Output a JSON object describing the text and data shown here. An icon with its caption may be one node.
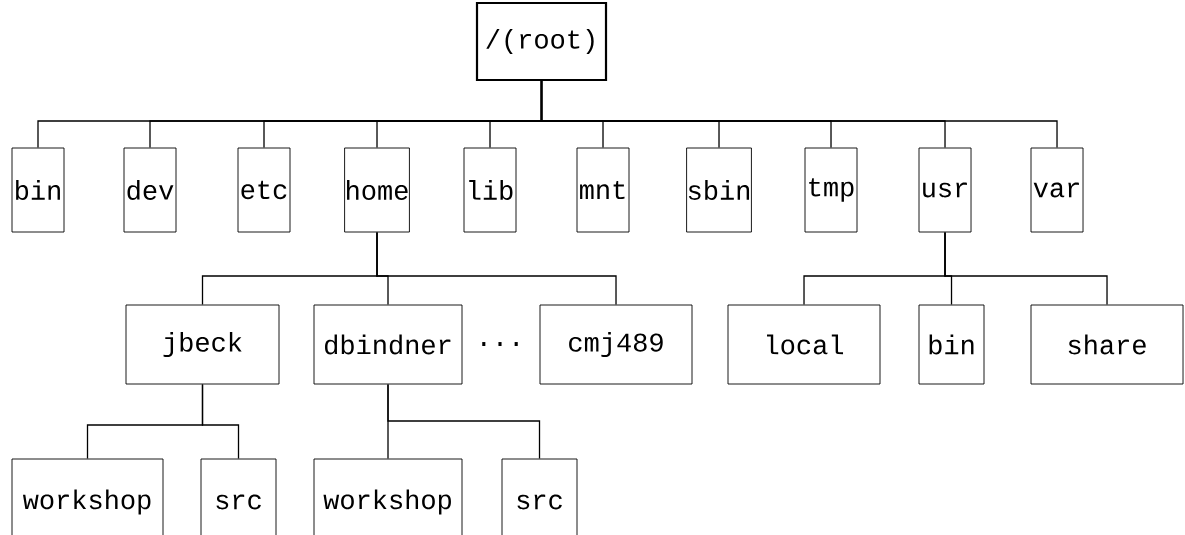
{
  "diagram": {
    "nodes": [
      {
        "text": [
          "/(root)"
        ]
      },
      {
        "text": [
          "bin"
        ]
      },
      {
        "text": [
          "dev"
        ]
      },
      {
        "text": [
          "etc"
        ]
      },
      {
        "text": [
          "home"
        ]
      },
      {
        "text": [
          "lib"
        ]
      },
      {
        "text": [
          "mnt"
        ]
      },
      {
        "text": [
          "sbin"
        ]
      },
      {
        "text": [
          "tmp"
        ]
      },
      {
        "text": [
          "usr"
        ]
      },
      {
        "text": [
          "var"
        ]
      },
      {
        "text": [
          "jbeck"
        ]
      },
      {
        "text": [
          "dbindner"
        ]
      },
      {
        "text": [
          "cmj489"
        ]
      },
      {
        "text": [
          "local"
        ]
      },
      {
        "text": [
          "bin"
        ]
      },
      {
        "text": [
          "share"
        ]
      },
      {
        "text": [
          "workshop"
        ]
      },
      {
        "text": [
          "src"
        ]
      },
      {
        "text": [
          "workshop"
        ]
      },
      {
        "text": [
          "src"
        ]
      }
    ],
    "edges": [
      {
        "from": 0,
        "to": 1,
        "arrow": "none"
      },
      {
        "from": 0,
        "to": 2,
        "arrow": "none"
      },
      {
        "from": 0,
        "to": 3,
        "arrow": "none"
      },
      {
        "from": 0,
        "to": 4,
        "arrow": "none"
      },
      {
        "from": 0,
        "to": 5,
        "arrow": "none"
      },
      {
        "from": 0,
        "to": 6,
        "arrow": "none"
      },
      {
        "from": 0,
        "to": 7,
        "arrow": "none"
      },
      {
        "from": 0,
        "to": 8,
        "arrow": "none"
      },
      {
        "from": 0,
        "to": 9,
        "arrow": "none"
      },
      {
        "from": 0,
        "to": 10,
        "arrow": "none"
      },
      {
        "from": 4,
        "to": 11,
        "arrow": "none"
      },
      {
        "from": 4,
        "to": 12,
        "arrow": "none"
      },
      {
        "from": 4,
        "to": 13,
        "arrow": "none"
      },
      {
        "from": 9,
        "to": 14,
        "arrow": "none"
      },
      {
        "from": 9,
        "to": 15,
        "arrow": "none"
      },
      {
        "from": 9,
        "to": 16,
        "arrow": "none"
      },
      {
        "from": 11,
        "to": 17,
        "arrow": "none"
      },
      {
        "from": 11,
        "to": 18,
        "arrow": "none"
      },
      {
        "from": 12,
        "to": 19,
        "arrow": "none"
      },
      {
        "from": 12,
        "to": 20,
        "arrow": "none"
      }
    ],
    "labels": [
      "..."
    ]
  }
}
